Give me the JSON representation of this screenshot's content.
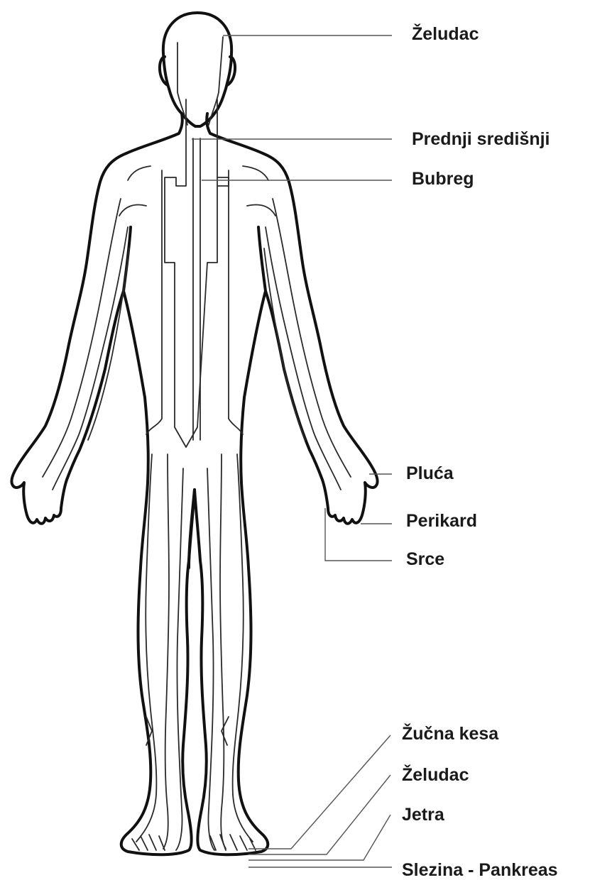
{
  "labels": {
    "zeludac_top": "Želudac",
    "prednji_sredisnji": "Prednji središnji",
    "bubreg": "Bubreg",
    "pluca": "Pluća",
    "perikard": "Perikard",
    "srce": "Srce",
    "zucna_kesa": "Žučna kesa",
    "zeludac_bottom": "Želudac",
    "jetra": "Jetra",
    "slezina_pankreas": "Slezina - Pankreas"
  }
}
